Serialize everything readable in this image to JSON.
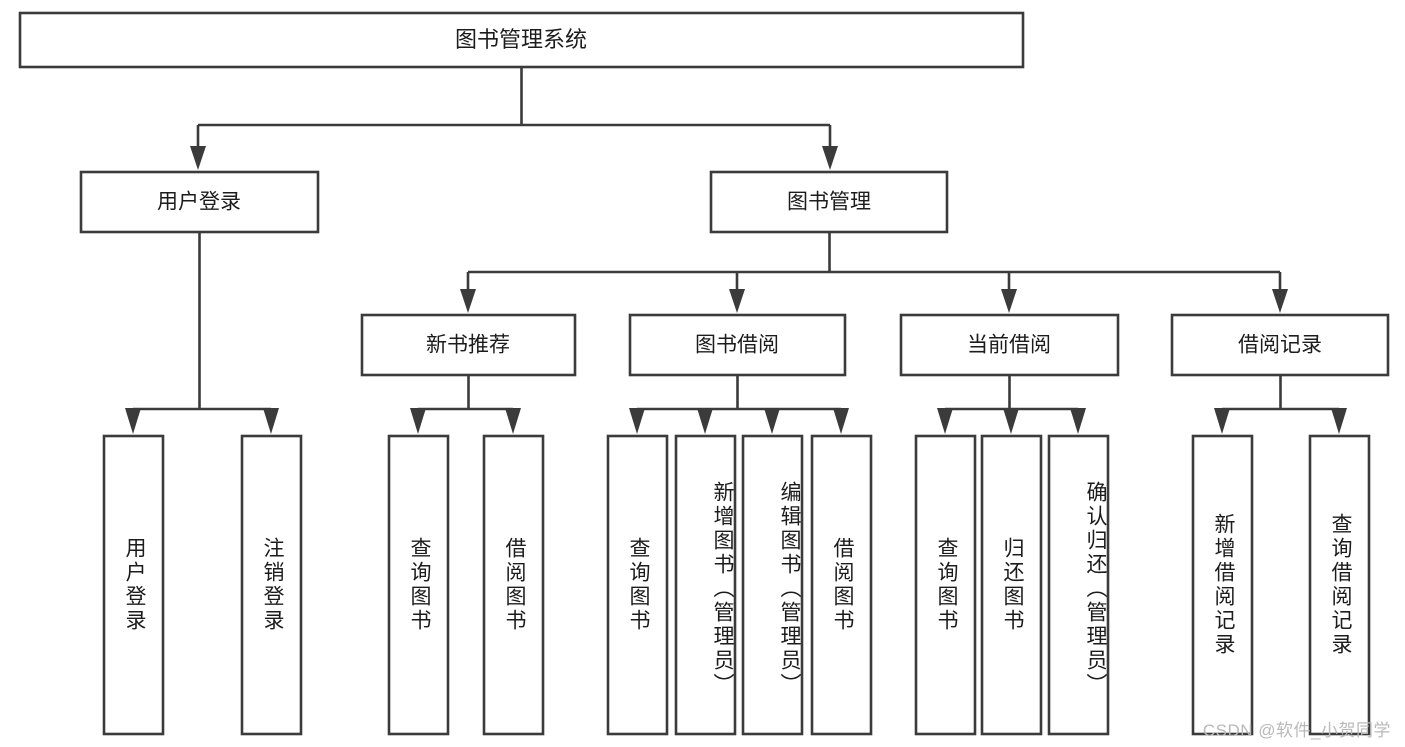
{
  "diagram": {
    "title": "图书管理系统",
    "type": "tree-hierarchy",
    "orientation": "top-down",
    "colors": {
      "box_stroke": "#3b3b3b",
      "box_fill": "#ffffff",
      "text": "#1c1c1c",
      "connector": "#3b3b3b",
      "background": "#ffffff",
      "watermark": "#b9b9b9"
    },
    "root": {
      "label": "图书管理系统"
    },
    "level2": [
      {
        "label": "用户登录"
      },
      {
        "label": "图书管理"
      }
    ],
    "level3": [
      {
        "label": "新书推荐"
      },
      {
        "label": "图书借阅"
      },
      {
        "label": "当前借阅"
      },
      {
        "label": "借阅记录"
      }
    ],
    "leaves": {
      "user_login": [
        {
          "label": "用户登录"
        },
        {
          "label": "注销登录"
        }
      ],
      "new_book_recommend": [
        {
          "label": "查询图书"
        },
        {
          "label": "借阅图书"
        }
      ],
      "book_borrow": [
        {
          "label": "查询图书"
        },
        {
          "label": "新增图书（管理员）"
        },
        {
          "label": "编辑图书（管理员）"
        },
        {
          "label": "借阅图书"
        }
      ],
      "current_borrow": [
        {
          "label": "查询图书"
        },
        {
          "label": "归还图书"
        },
        {
          "label": "确认归还（管理员）"
        }
      ],
      "borrow_record": [
        {
          "label": "新增借阅记录"
        },
        {
          "label": "查询借阅记录"
        }
      ]
    }
  },
  "watermark": {
    "text": "CSDN @软件_小贺同学"
  }
}
